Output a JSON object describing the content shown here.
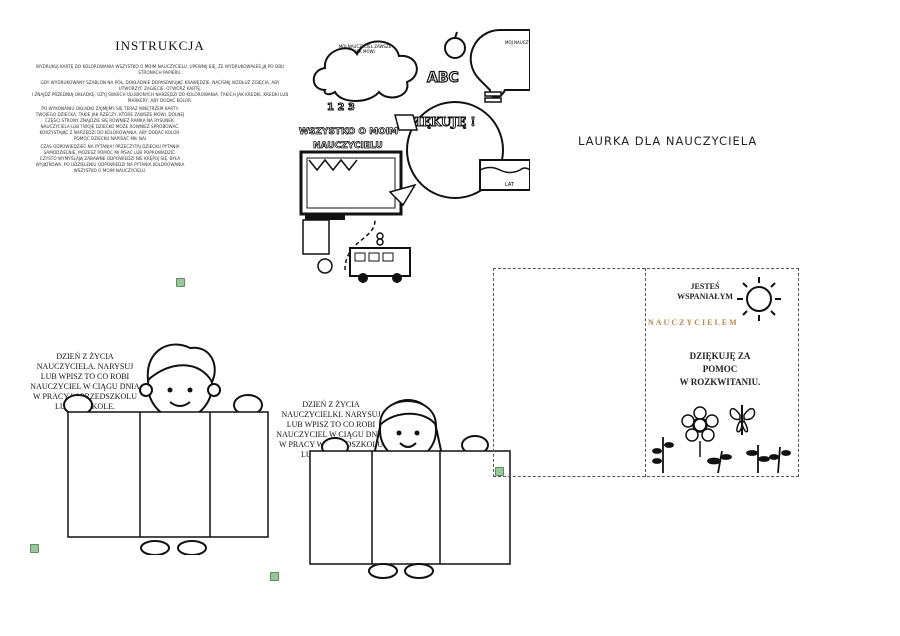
{
  "right_title": "LAURKA DLA NAUCZYCIELA",
  "instructions": {
    "title": "INSTRUKCJA",
    "paragraphs": [
      "WYDRUKUJ KARTĘ DO KOLOROWANIA WSZYSTKO O MOIM NAUCZYCIELU. UPEWNIJ SIĘ, ŻE WYDRUKOWAŁEŚ JĄ PO OBU STRONACH PAPIERU.",
      "GDY WYDRUKOWANY SZABLON NA PÓŁ, DOKŁADNIE DOPASOWUJĄC KRAWĘDZIE. NACIŚNIJ WZDŁUŻ ZGIĘCIA, ABY UTWORZYĆ ZAGIĘCIE. OTWÓRZ KARTĘ.",
      "I ZNAJDŹ PRZEDNIĄ OKŁADKĘ. UŻYJ SWOICH ULUBIONYCH NARZĘDZI DO KOLOROWANIA, TAKICH JAK KREDKI, KREDKI LUB MARKERY, ABY DODAĆ KOLOR.",
      "PO WYKONANIU OKŁADKI ZAJMIJMY SIĘ TERAZ WNĘTRZEM KARTY. TWOJEGO DZIECKA, TAKIE JAK RZECZY, KTÓRE ZAWSZE MÓWI. DOLNEJ CZĘŚCI STRONY ZNAJDZIE SIĘ RÓWNIEŻ RAMKA NA RYSUNEK. NAUCZYCIELA LUB TWOJE DZIECKO MOŻE RÓWNIEŻ SPRÓBOWAĆ. KORZYSTAJĄC Z NARZĘDZI DO KOLOROWANIA, ABY DODAĆ KOLOR. POMÓC DZIECKU NAPISAĆ MIŁ NAI",
      "CZAS ODPOWIEDZIEĆ NA PYTANIA! PRZECZYTAJ DZIECKU PYTANIA SAMODZIELNIE, MOŻESZ POMÓC MI PISAĆ LUB POPROWADZIĆ. CZYSTO WYMYŚLAJĄ ZABAWNE ODPOWIEDZI NIE KRĘPUJ SIĘ. BYŁA WYJĄTKOWA. PO UDZIELENIU ODPOWIEDZI NA PYTANIA KOLOROWANIA WSZYSTKO O MOIM NAUCZYCIELU."
    ]
  },
  "coloring_page": {
    "bubble_left": "MÓJ NAUCZYCIEL ZAWSZE JAK MÓWI",
    "bubble_right": "MÓJ NAUCZYCIEL MA",
    "abc": "ABC",
    "thanks": "DZIĘKUJĘ !",
    "heading_line1": "WSZYSTKO O MOIM",
    "heading_line2": "NAUCZYCIELU",
    "lat": "LAT",
    "numbers": "1"
  },
  "boy_page": {
    "text": "DZIEŃ Z ŻYCIA NAUCZYCIELA. NARYSUJ LUB WPISZ TO CO ROBI NAUCZYCIEL W CIĄGU DNIA W PRACY W PRZEDSZKOLU LUB W SZKOLE."
  },
  "girl_page": {
    "text": "DZIEŃ Z ŻYCIA NAUCZYCIELKI. NARYSUJ LUB WPISZ TO CO ROBI NAUCZYCIEL W CIĄGU DNIA W PRACY W PRZEDSZKOLU LUB W SZKOLE."
  },
  "card": {
    "line1": "JESTEŚ",
    "line2": "WSPANIAŁYM",
    "accent_word": "NAUCZYCIELEM",
    "accent_color": "#b8874a",
    "thanks1": "DZIĘKUJĘ ZA",
    "thanks2": "POMOC",
    "thanks3": "W ROZKWITANIU."
  }
}
